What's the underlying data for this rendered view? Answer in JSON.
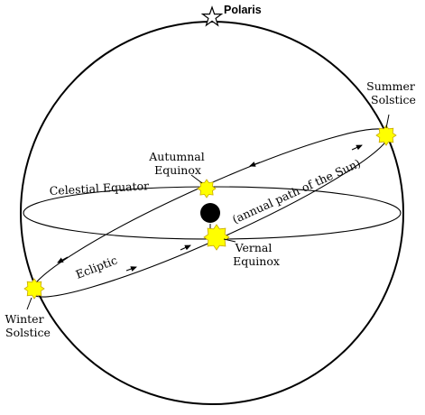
{
  "labels": {
    "polaris": "Polaris",
    "summer_solstice": [
      "Summer",
      "Solstice"
    ],
    "autumnal_equinox": [
      "Autumnal",
      "Equinox"
    ],
    "celestial_equator": "Celestial Equator",
    "annual_path": "(annual path of the Sun)",
    "vernal_equinox": [
      "Vernal",
      "Equinox"
    ],
    "ecliptic": "Ecliptic",
    "winter_solstice": [
      "Winter",
      "Solstice"
    ]
  },
  "colors": {
    "line": "#000000",
    "sun_fill": "#ffff00",
    "sun_stroke": "#c8a800",
    "earth": "#000000",
    "star_fill": "#ffffff"
  }
}
